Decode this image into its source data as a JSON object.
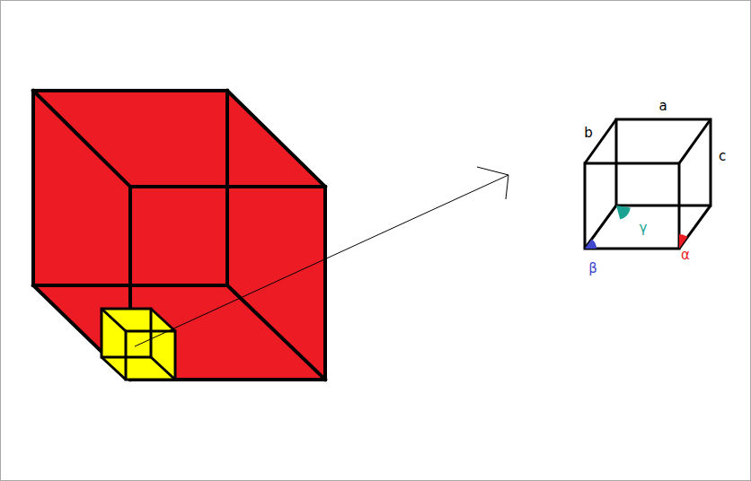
{
  "diagram": {
    "labels": [
      "a",
      "b",
      "c",
      "γ",
      "β",
      "α"
    ]
  }
}
